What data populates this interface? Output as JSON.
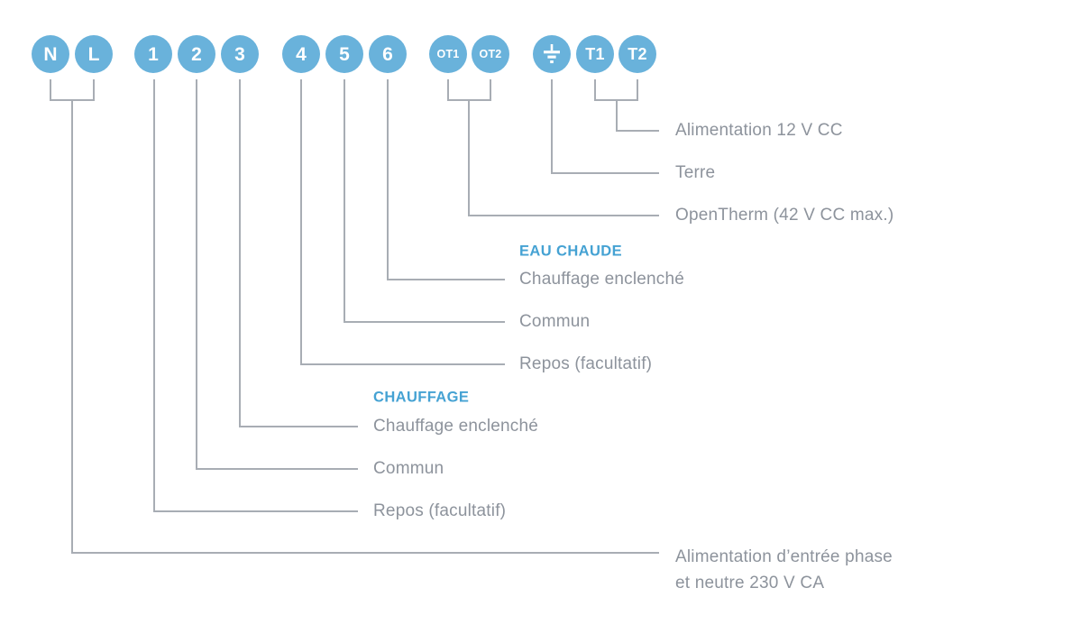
{
  "colors": {
    "terminal_blue": "#69B2DB",
    "heading_blue": "#45A2D3",
    "label_gray": "#8D939C",
    "line_gray": "#A8ADB4",
    "terminal_text": "#FFFFFF",
    "background": "#FFFFFF"
  },
  "terminals": [
    {
      "id": "N",
      "label": "N"
    },
    {
      "id": "L",
      "label": "L"
    },
    {
      "id": "1",
      "label": "1"
    },
    {
      "id": "2",
      "label": "2"
    },
    {
      "id": "3",
      "label": "3"
    },
    {
      "id": "4",
      "label": "4"
    },
    {
      "id": "5",
      "label": "5"
    },
    {
      "id": "6",
      "label": "6"
    },
    {
      "id": "OT1",
      "label": "OT1"
    },
    {
      "id": "OT2",
      "label": "OT2"
    },
    {
      "id": "earth",
      "label": "",
      "icon": "earth-ground"
    },
    {
      "id": "T1",
      "label": "T1"
    },
    {
      "id": "T2",
      "label": "T2"
    }
  ],
  "headings": {
    "hot_water": "EAU CHAUDE",
    "heating": "CHAUFFAGE"
  },
  "wire_labels": {
    "t1_t2": "Alimentation 12 V CC",
    "earth": "Terre",
    "opentherm": "OpenTherm (42 V CC max.)",
    "hw_heat_on": "Chauffage enclenché",
    "hw_common": "Commun",
    "hw_standby": "Repos (facultatif)",
    "ch_heat_on": "Chauffage enclenché",
    "ch_common": "Commun",
    "ch_standby": "Repos (facultatif)",
    "mains_line1": "Alimentation d’entrée phase",
    "mains_line2": "et neutre 230 V CA"
  }
}
